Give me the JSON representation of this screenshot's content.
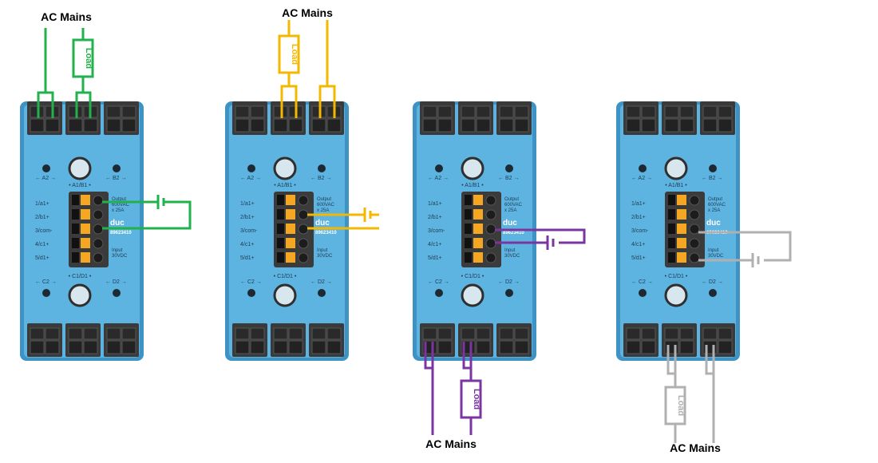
{
  "modules": [
    {
      "id": "module-1",
      "wire_color": "#22b24c",
      "terminal_labels": [
        "1/a1+",
        "2/b1+",
        "3/com-",
        "4/c1+",
        "5/d1+"
      ],
      "port_labels": {
        "a2": "← A2 →",
        "b2": "← B2 →",
        "a1b1": "• A1/B1 •",
        "c1d1": "• C1/D1 •",
        "c2": "← C2 →",
        "d2": "← D2 →"
      },
      "spec": {
        "output": "Output\n600VAC\nx 25A",
        "brand": "duc",
        "part": "89623410",
        "input": "Input\n30VDC"
      },
      "mains_label": "AC Mains",
      "load_label": "Load"
    },
    {
      "id": "module-2",
      "wire_color": "#f5b800",
      "terminal_labels": [
        "1/a1+",
        "2/b1+",
        "3/com-",
        "4/c1+",
        "5/d1+"
      ],
      "port_labels": {
        "a2": "← A2 →",
        "b2": "← B2 →",
        "a1b1": "• A1/B1 •",
        "c1d1": "• C1/D1 •",
        "c2": "← C2 →",
        "d2": "← D2 →"
      },
      "spec": {
        "output": "Output\n600VAC\nx 25A",
        "brand": "duc",
        "part": "89623410",
        "input": "Input\n30VDC"
      },
      "mains_label": "AC Mains",
      "load_label": "Load"
    },
    {
      "id": "module-3",
      "wire_color": "#7b35a1",
      "terminal_labels": [
        "1/a1+",
        "2/b1+",
        "3/com-",
        "4/c1+",
        "5/d1+"
      ],
      "port_labels": {
        "a2": "← A2 →",
        "b2": "← B2 →",
        "a1b1": "• A1/B1 •",
        "c1d1": "• C1/D1 •",
        "c2": "← C2 →",
        "d2": "← D2 →"
      },
      "spec": {
        "output": "Output\n600VAC\nx 25A",
        "brand": "duc",
        "part": "89623410",
        "input": "Input\n30VDC"
      },
      "mains_label": "AC Mains",
      "load_label": "Load"
    },
    {
      "id": "module-4",
      "wire_color": "#b0b0b0",
      "terminal_labels": [
        "1/a1+",
        "2/b1+",
        "3/com-",
        "4/c1+",
        "5/d1+"
      ],
      "port_labels": {
        "a2": "← A2 →",
        "b2": "← B2 →",
        "a1b1": "• A1/B1 •",
        "c1d1": "• C1/D1 •",
        "c2": "← C2 →",
        "d2": "← D2 →"
      },
      "spec": {
        "output": "Output\n600VAC\nx 25A",
        "brand": "duc",
        "part": "89623410",
        "input": "Input\n30VDC"
      },
      "mains_label": "AC Mains",
      "load_label": "Load"
    }
  ],
  "colors": {
    "module_body": "#5eb4e0",
    "module_edge": "#3e93c4",
    "terminal_block": "#3a3a3a",
    "connector_pin": "#f5a623"
  }
}
